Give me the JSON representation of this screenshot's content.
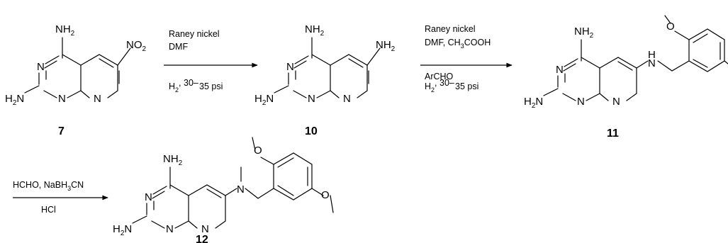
{
  "compounds": [
    {
      "id": "7",
      "groups": {
        "nh2_top": "NH",
        "nh2_left": "H",
        "n_ring": "N",
        "subst": "NO"
      }
    },
    {
      "id": "10",
      "groups": {
        "nh2_top": "NH",
        "nh2_left": "H",
        "n_ring": "N",
        "subst": "NH"
      }
    },
    {
      "id": "11",
      "groups": {
        "nh2_top": "NH",
        "nh2_left": "H",
        "n_ring": "N",
        "linker": "H"
      }
    },
    {
      "id": "12",
      "groups": {
        "nh2_top": "NH",
        "nh2_left": "H",
        "n_ring": "N",
        "linker": "N"
      }
    }
  ],
  "reactions": [
    {
      "id": "step-1",
      "reagent_above_1": "Raney nickel",
      "reagent_above_2": "DMF",
      "reagent_below_1": "H",
      "reagent_below_2": ", 30–",
      "reagent_below_3": "35 psi"
    },
    {
      "id": "step-2",
      "reagent_above_1": "Raney nickel",
      "reagent_above_2": "DMF, CH",
      "reagent_above_3": "COOH",
      "reagent_below_1": "ArCHO",
      "reagent_below_2": "H",
      "reagent_below_3": ", 30–",
      "reagent_below_4": "35 psi"
    },
    {
      "id": "step-3",
      "reagent_above_1": "HCHO, NaBH",
      "reagent_above_2": "CN",
      "reagent_below_1": "HCl"
    }
  ],
  "subscripts": {
    "two": "2",
    "three": "3"
  },
  "atoms": {
    "N": "N",
    "O": "O",
    "H": "H"
  }
}
